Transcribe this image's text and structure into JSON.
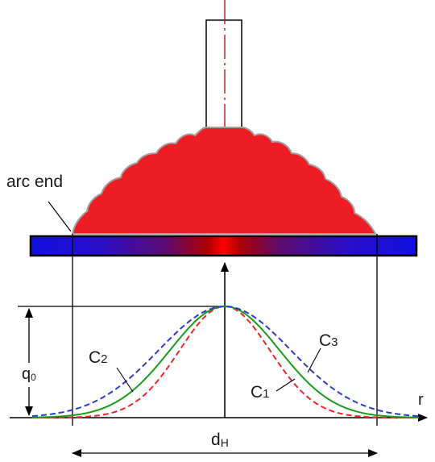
{
  "labels": {
    "arc_end": "arc end",
    "q0_main": "q",
    "q0_sub": "0",
    "c1_main": "C",
    "c1_sub": "1",
    "c2_main": "C",
    "c2_sub": "2",
    "c3_main": "C",
    "c3_sub": "3",
    "r": "r",
    "dh_main": "d",
    "dh_sub": "H"
  },
  "colors": {
    "arc": "#ee1c24",
    "arc_outline": "#9a9a9a",
    "bar_edge": "#1010e0",
    "bar_center": "#ff0000",
    "axis_line": "#cc1111",
    "curve_c1": "#e82828",
    "curve_c2": "#1a9a1a",
    "curve_c3": "#2a3acc",
    "outline": "#000000"
  },
  "distribution": {
    "peak_relative": 1.0,
    "edge_relative": 0.0,
    "curves": [
      {
        "name": "C1",
        "style": "dashed"
      },
      {
        "name": "C2",
        "style": "solid"
      },
      {
        "name": "C3",
        "style": "dashed"
      }
    ]
  }
}
